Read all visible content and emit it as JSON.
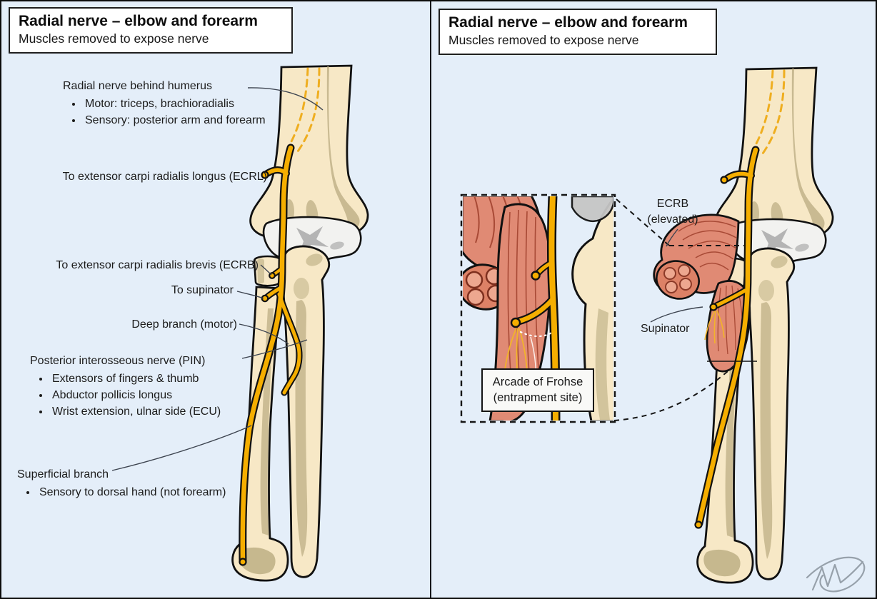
{
  "left_panel": {
    "title": "Radial nerve – elbow and forearm",
    "subtitle": "Muscles removed to expose nerve",
    "behind_humerus": {
      "heading": "Radial nerve behind humerus",
      "bullets": [
        "Motor: triceps, brachioradialis",
        "Sensory: posterior arm and forearm"
      ]
    },
    "label_ecrl": "To extensor carpi radialis longus (ECRL)",
    "label_ecrb": "To extensor carpi radialis brevis (ECRB)",
    "label_supinator": "To supinator",
    "label_deep_branch": "Deep branch (motor)",
    "pin": {
      "heading": "Posterior interosseous nerve (PIN)",
      "bullets": [
        "Extensors of fingers & thumb",
        "Abductor pollicis longus",
        "Wrist extension, ulnar side (ECU)"
      ]
    },
    "superficial": {
      "heading": "Superficial branch",
      "bullets": [
        "Sensory to dorsal hand (not forearm)"
      ]
    }
  },
  "right_panel": {
    "title": "Radial nerve – elbow and forearm",
    "subtitle": "Muscles removed to expose nerve",
    "label_ecrb_line1": "ECRB",
    "label_ecrb_line2": "(elevated)",
    "label_supinator": "Supinator",
    "inset_caption_line1": "Arcade of Frohse",
    "inset_caption_line2": "(entrapment site)"
  },
  "colors": {
    "background": "#e4eef9",
    "bone": "#f7e8c6",
    "bone_shade": "#b9ab80",
    "nerve": "#f5ae00",
    "nerve_dashed": "#efae20",
    "muscle": "#e08a74",
    "muscle_stripe": "#a84a36",
    "cartilage": "#f2f2f0",
    "cartilage_grey": "#b4b4b4",
    "outline": "#111111",
    "leader_line": "#3d4450",
    "signature": "#97a1ab"
  }
}
